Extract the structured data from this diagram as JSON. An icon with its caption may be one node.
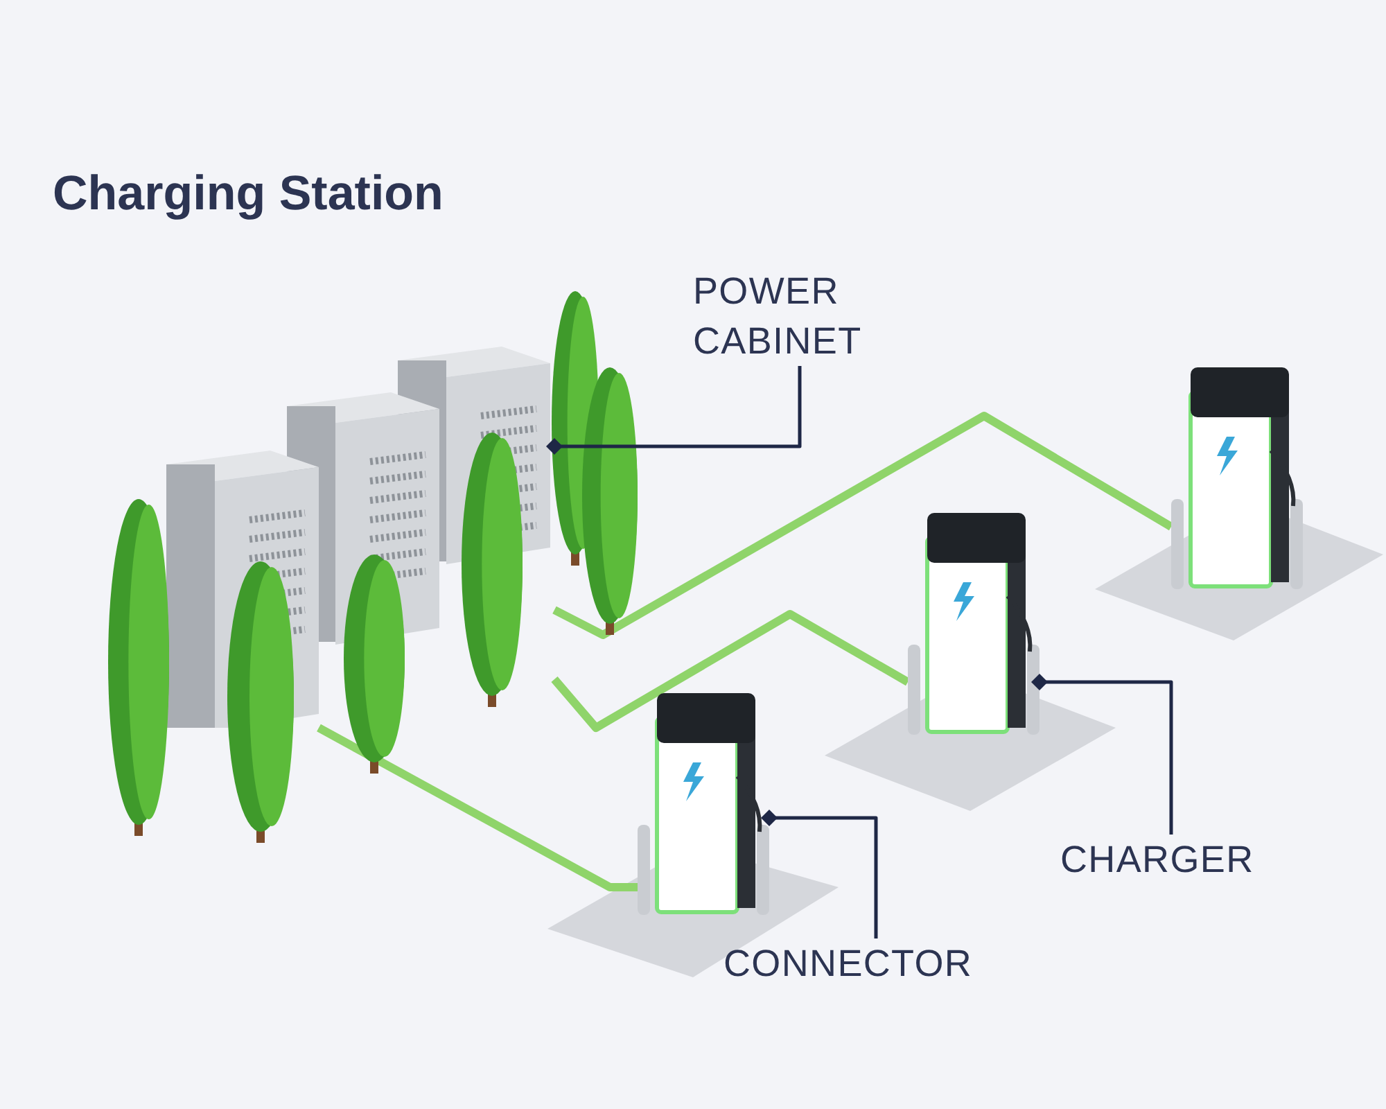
{
  "diagram": {
    "title": "Charging Station",
    "nodes": [
      {
        "text": [
          "POWER CABINET"
        ]
      },
      {
        "text": [],
        "shape": "picture"
      },
      {
        "text": [
          "CHARGER"
        ]
      },
      {
        "text": [],
        "shape": "picture"
      },
      {
        "text": [
          "CONNECTOR"
        ]
      },
      {
        "text": [],
        "shape": "picture"
      },
      {
        "text": [],
        "shape": "picture"
      }
    ],
    "edges": [
      {
        "from": 0,
        "to": 1,
        "arrow": "other"
      },
      {
        "from": 2,
        "to": 3,
        "arrow": "other"
      },
      {
        "from": 4,
        "to": 5,
        "arrow": "other"
      },
      {
        "from": 1,
        "to": 6,
        "arrow": "none",
        "style": "thick",
        "color": "#8fd46a"
      },
      {
        "from": 1,
        "to": 3,
        "arrow": "none",
        "style": "thick",
        "color": "#8fd46a"
      },
      {
        "from": 1,
        "to": 5,
        "arrow": "none",
        "style": "thick",
        "color": "#8fd46a"
      }
    ]
  }
}
